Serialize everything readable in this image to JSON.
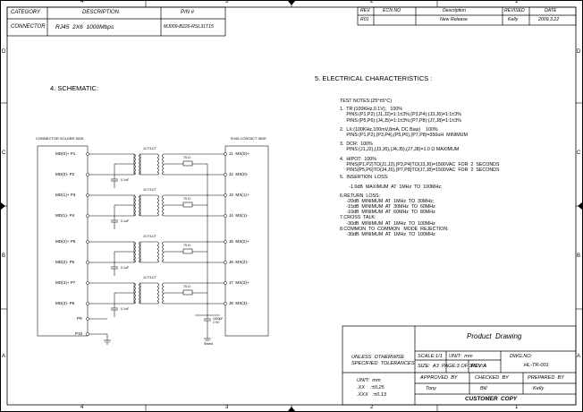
{
  "zone_numbers_top": [
    "4",
    "3",
    "2",
    "1"
  ],
  "zone_numbers_bottom": [
    "4",
    "3",
    "2",
    "1"
  ],
  "zone_letters_left": [
    "D",
    "C",
    "B",
    "A"
  ],
  "zone_letters_right": [
    "D",
    "C",
    "B",
    "A"
  ],
  "part_table": {
    "headers": [
      "CATEGORY",
      "DESCRIPTION",
      "P/N #"
    ],
    "row": [
      "CONNECTOR",
      "RJ45  2X6  1000Mbps",
      "MJ009-B226-RSL31T15"
    ]
  },
  "revision_table": {
    "headers": [
      "REV.",
      "ECN NO",
      "Description",
      "REVISED",
      "DATE"
    ],
    "row": [
      "R01",
      "",
      "New Release",
      "Kelly",
      "2009.3.22"
    ]
  },
  "schematic": {
    "title": "4. SCHEMATIC:",
    "left_header": "CONNECTOR SOLDER SIDE",
    "right_header": "RJ45 CONTACT SIDE",
    "left_pins": [
      "MD(0)+ P1",
      "MD(0)- P2",
      "MD(1)+ P3",
      "MD(1)- P4",
      "MD(2)+ P5",
      "MD(2)- P6",
      "MD(3)+ P7",
      "MD(3)- P8",
      "P9",
      "P10"
    ],
    "right_pins": [
      "J1  MX(0)+",
      "J2  MX(0)-",
      "J3  MX(1)+",
      "J4  MX(1)-",
      "J5  MX(2)+",
      "J6  MX(2)-",
      "J7  MX(3)+",
      "J8  MX(3)-"
    ],
    "transformer_label": "1CT:1CT",
    "resistor_label": "75 Ω",
    "cap_label": "0.1uF",
    "hv_cap_label": "1000pF\n2 KV",
    "shield_label": "Shield"
  },
  "electrical": {
    "title": "5. ELECTRICAL CHARACTERISTICS :",
    "lines": [
      "TEST NOTES:(25°±5°C)",
      "1.  TR:(100KHz,0.1V);   100%",
      "     PINS:(P1,P2):(J1,J2)=1:1±3%;(P3,P4):(J3,J6)=1:1±3%",
      "     PINS:(P5,P6):(J4,J5)=1:1±3%;(P7,P8):(J7,J8)=1:1±3%",
      "2.  LX:(100KHz,100mV,8mA, DC Bias)    100%",
      "     PINS:(P1,P2),(P3,P4),(P5,P6),(P7,P8)=350uH  MINIMUM",
      "3.  DCR:  100%",
      "     PINS:(J1,J2),(J3,J6),(J4,J5),(J7,J8)=1.0 Ω MAXIMUM",
      "4.  HIPOT:  100%",
      "     PINS(P1,P2)TO(J1,J2),(P3,P4)TO(J3,J6)=1500VAC  FOR  2  SECONDS",
      "     PINS(P5,P6)TO(J4,J5),(P7,P8)TO(J7,J8)=1500VAC  FOR  2  SECONDS",
      "5.  INSERTION  LOSS:",
      "       -1.0dB  MAXIMUM  AT  1MHz  TO  100MHz;",
      "6.RETURN  LOSS:",
      "     -20dB  MINIMUM  AT  1MHz  TO  30MHz;",
      "     -15dB  MINIMUM  AT  30MHz  TO  60MHz",
      "     -10dB  MINIMUM  AT  60MHz  TO  80MHz",
      "7.CROSS  TALK:",
      "     -30dB  MINIMUM  AT  1MHz  TO  100MHz",
      "8.COMMON  TO  COMMON   MODE  REJECTION:",
      "     -30dB  MINIMUM  AT  1MHz  TO  100MHz"
    ]
  },
  "title_block": {
    "drawing_title": "Product  Drawing",
    "tolerance_note": "UNLESS  OTHERWISE\nSPECIFIED  TOLERANCES",
    "unit_line": "UNIT:  mm",
    "tol_xx": ".XX    :±0.25",
    "tol_xxx": ".XXX   :±0.13",
    "scale": "SCALE:1/1",
    "unit": "UNIT:  mm",
    "size": "SIZE:  A3",
    "page": "PAGE:3 OF 3",
    "rev": "REV:A",
    "dwg_label": "DWG.NO:",
    "dwg_no": "HL-TR-001",
    "approved_label": "APPROVED  BY",
    "checked_label": "CHECKED  BY",
    "prepared_label": "PREPARED  BY",
    "approved_by": "Tony",
    "checked_by": "Bill",
    "prepared_by": "Kelly",
    "copy_label": "CUSTOMER  COPY"
  }
}
